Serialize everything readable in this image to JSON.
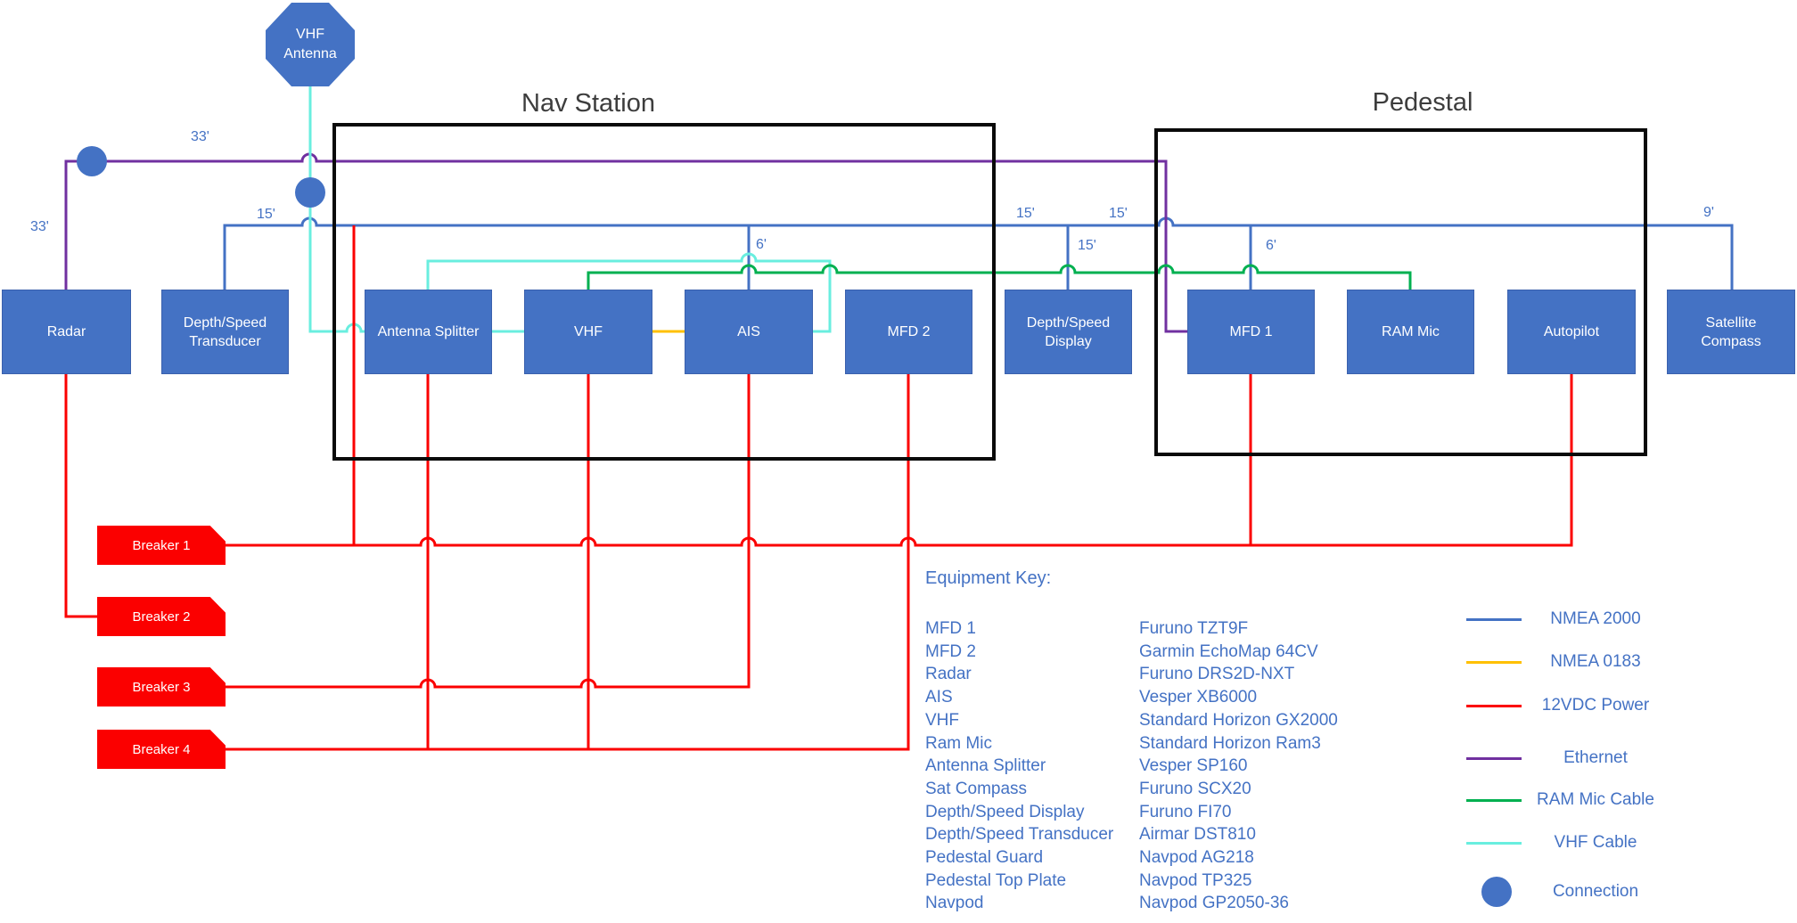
{
  "colors": {
    "nmea2000": "#4472C4",
    "nmea0183": "#FFC000",
    "power": "#FB0000",
    "ethernet": "#7030A0",
    "ram_mic": "#00B050",
    "vhf_cable": "#69EEDF",
    "connection": "#4472C4",
    "box_fill": "#4472C4",
    "box_text": "#FFFFFF",
    "label_text": "#4472C4",
    "title_text": "#3D3D3D",
    "group_border": "#0A0A0A"
  },
  "titles": {
    "nav_station": "Nav Station",
    "pedestal": "Pedestal"
  },
  "antenna": {
    "line1": "VHF",
    "line2": "Antenna"
  },
  "equipment": {
    "radar": "Radar",
    "transducer": "Depth/Speed Transducer",
    "antenna_splitter": "Antenna Splitter",
    "vhf": "VHF",
    "ais": "AIS",
    "mfd2": "MFD 2",
    "ds_display": "Depth/Speed Display",
    "mfd1": "MFD 1",
    "ram_mic": "RAM Mic",
    "autopilot": "Autopilot",
    "sat_compass": "Satellite Compass"
  },
  "breakers": {
    "b1": "Breaker 1",
    "b2": "Breaker 2",
    "b3": "Breaker 3",
    "b4": "Breaker 4"
  },
  "wire_labels": {
    "ethernet_h": "33'",
    "ethernet_v": "33'",
    "n2k_left": "15'",
    "ais_drop": "6'",
    "n2k_mid": "15'",
    "n2k_right": "15'",
    "dsd_drop": "15'",
    "mfd1_drop": "6'",
    "satcompass": "9'"
  },
  "equipment_key": {
    "title": "Equipment Key:",
    "rows": [
      {
        "item": "MFD 1",
        "model": "Furuno TZT9F"
      },
      {
        "item": "MFD 2",
        "model": "Garmin EchoMap 64CV"
      },
      {
        "item": "Radar",
        "model": "Furuno DRS2D-NXT"
      },
      {
        "item": "AIS",
        "model": "Vesper XB6000"
      },
      {
        "item": "VHF",
        "model": "Standard Horizon GX2000"
      },
      {
        "item": "Ram Mic",
        "model": "Standard Horizon Ram3"
      },
      {
        "item": "Antenna Splitter",
        "model": "Vesper SP160"
      },
      {
        "item": "Sat Compass",
        "model": "Furuno SCX20"
      },
      {
        "item": "Depth/Speed Display",
        "model": "Furuno FI70"
      },
      {
        "item": "Depth/Speed Transducer",
        "model": "Airmar DST810"
      },
      {
        "item": "Pedestal Guard",
        "model": "Navpod AG218"
      },
      {
        "item": "Pedestal Top Plate",
        "model": "Navpod TP325"
      },
      {
        "item": "Navpod",
        "model": "Navpod GP2050-36"
      }
    ]
  },
  "legend": {
    "nmea2000": "NMEA 2000",
    "nmea0183": "NMEA 0183",
    "power": "12VDC Power",
    "ethernet": "Ethernet",
    "ram_mic": "RAM Mic Cable",
    "vhf_cable": "VHF Cable",
    "connection": "Connection"
  }
}
